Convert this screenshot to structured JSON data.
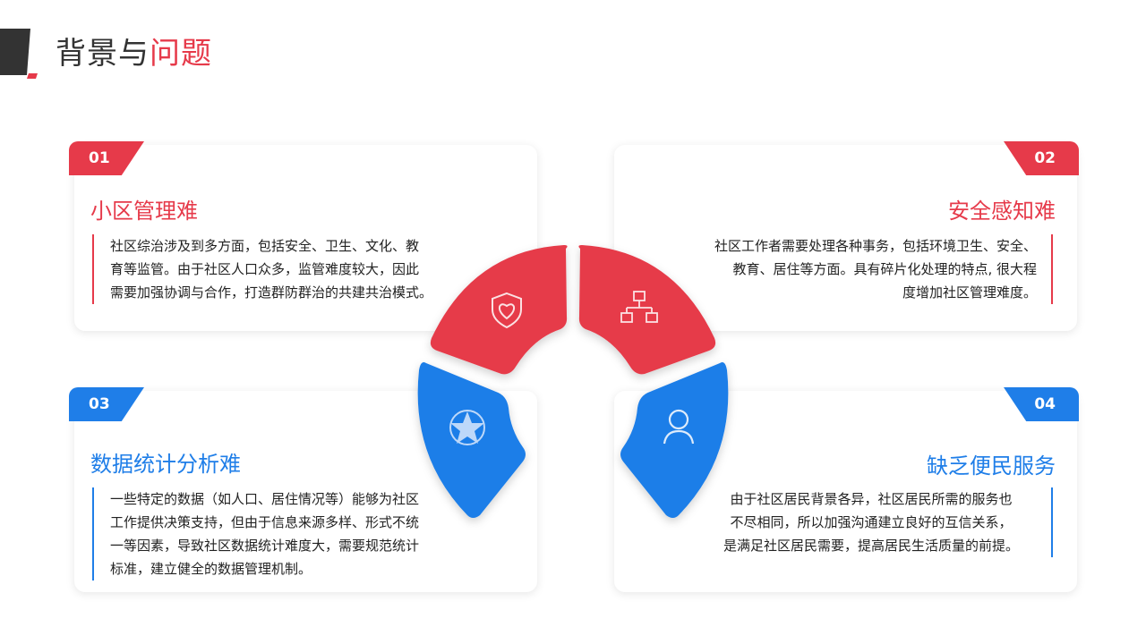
{
  "header": {
    "title_main": "背景与",
    "title_accent": "问题"
  },
  "cards": [
    {
      "number": "01",
      "title": "小区管理难",
      "lines": [
        "社区综治涉及到多方面，包括安全、卫生、文化、教",
        "育等监管。由于社区人口众多，监管难度较大，因此",
        "需要加强协调与合作，打造群防群治的共建共治模式。"
      ]
    },
    {
      "number": "02",
      "title": "安全感知难",
      "lines": [
        "社区工作者需要处理各种事务，包括环境卫生、安全、",
        "教育、居住等方面。具有碎片化处理的特点, 很大程",
        "度增加社区管理难度。"
      ]
    },
    {
      "number": "03",
      "title": "数据统计分析难",
      "lines": [
        "一些特定的数据（如人口、居住情况等）能够为社区",
        "工作提供决策支持，但由于信息来源多样、形式不统",
        "一等因素，导致社区数据统计难度大，需要规范统计",
        "标准，建立健全的数据管理机制。"
      ]
    },
    {
      "number": "04",
      "title": "缺乏便民服务",
      "lines": [
        "由于社区居民背景各异，社区居民所需的服务也",
        "不尽相同，所以加强沟通建立良好的互信关系，",
        "是满足社区居民需要，提高居民生活质量的前提。"
      ]
    }
  ],
  "icons": [
    "shield-heart-icon",
    "network-icon",
    "star-badge-icon",
    "person-icon"
  ],
  "colors": {
    "red": "#e63a4a",
    "blue": "#1f7ee8",
    "dark": "#333333"
  }
}
